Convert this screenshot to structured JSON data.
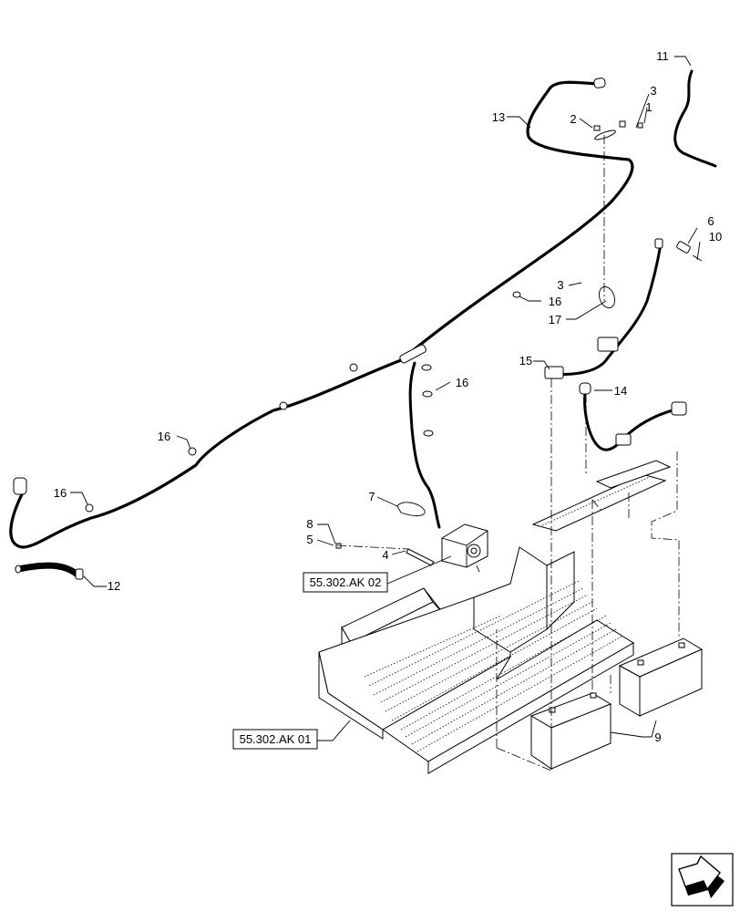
{
  "callouts": {
    "c1": "1",
    "c2": "2",
    "c3a": "3",
    "c3b": "3",
    "c4": "4",
    "c5": "5",
    "c6": "6",
    "c7": "7",
    "c8": "8",
    "c9": "9",
    "c10": "10",
    "c11": "11",
    "c12": "12",
    "c13": "13",
    "c14": "14",
    "c15": "15",
    "c16a": "16",
    "c16b": "16",
    "c16c": "16",
    "c16d": "16",
    "c17": "17"
  },
  "references": {
    "ref_ak02": "55.302.AK 02",
    "ref_ak01": "55.302.AK 01"
  },
  "icons": {
    "navigation": "next-page-arrow-icon"
  },
  "colors": {
    "line": "#000000",
    "background": "#ffffff"
  }
}
